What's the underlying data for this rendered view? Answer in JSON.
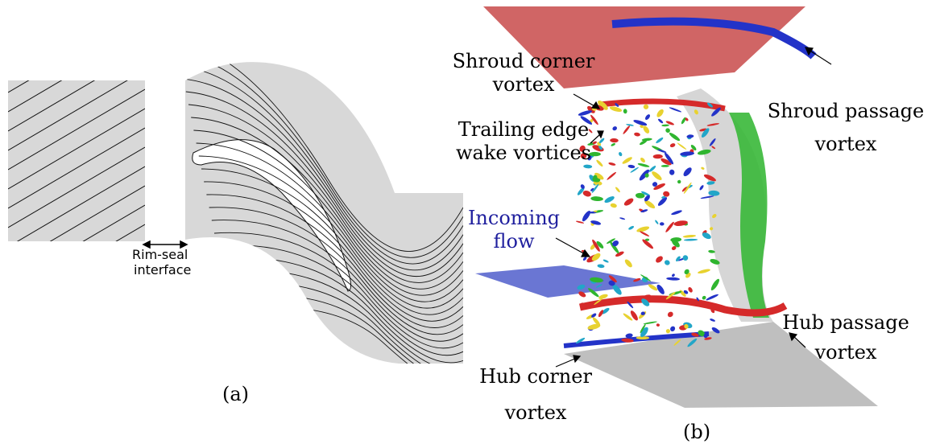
{
  "panel_a": {
    "tag": "(a)",
    "interface_label_line1": "Rim-seal",
    "interface_label_line2": "interface"
  },
  "panel_b": {
    "tag": "(b)",
    "labels": {
      "shroud_corner_line1": "Shroud corner",
      "shroud_corner_line2": "vortex",
      "trailing_edge_line1": "Trailing edge",
      "trailing_edge_line2": "wake vortices",
      "incoming_line1": "Incoming",
      "incoming_line2": "flow",
      "shroud_passage_line1": "Shroud passage",
      "shroud_passage_line2": "vortex",
      "hub_passage_line1": "Hub passage",
      "hub_passage_line2": "vortex",
      "hub_corner_line1": "Hub corner",
      "hub_corner_line2": "vortex"
    }
  },
  "colors": {
    "panel_gray": "#d8d8d8",
    "streamline": "#111111",
    "incoming_text": "#1f1f9e",
    "vortex_red": "#d52a2a",
    "vortex_blue": "#2333c8",
    "vortex_green": "#2fb52f",
    "vortex_yellow": "#e8d230"
  }
}
